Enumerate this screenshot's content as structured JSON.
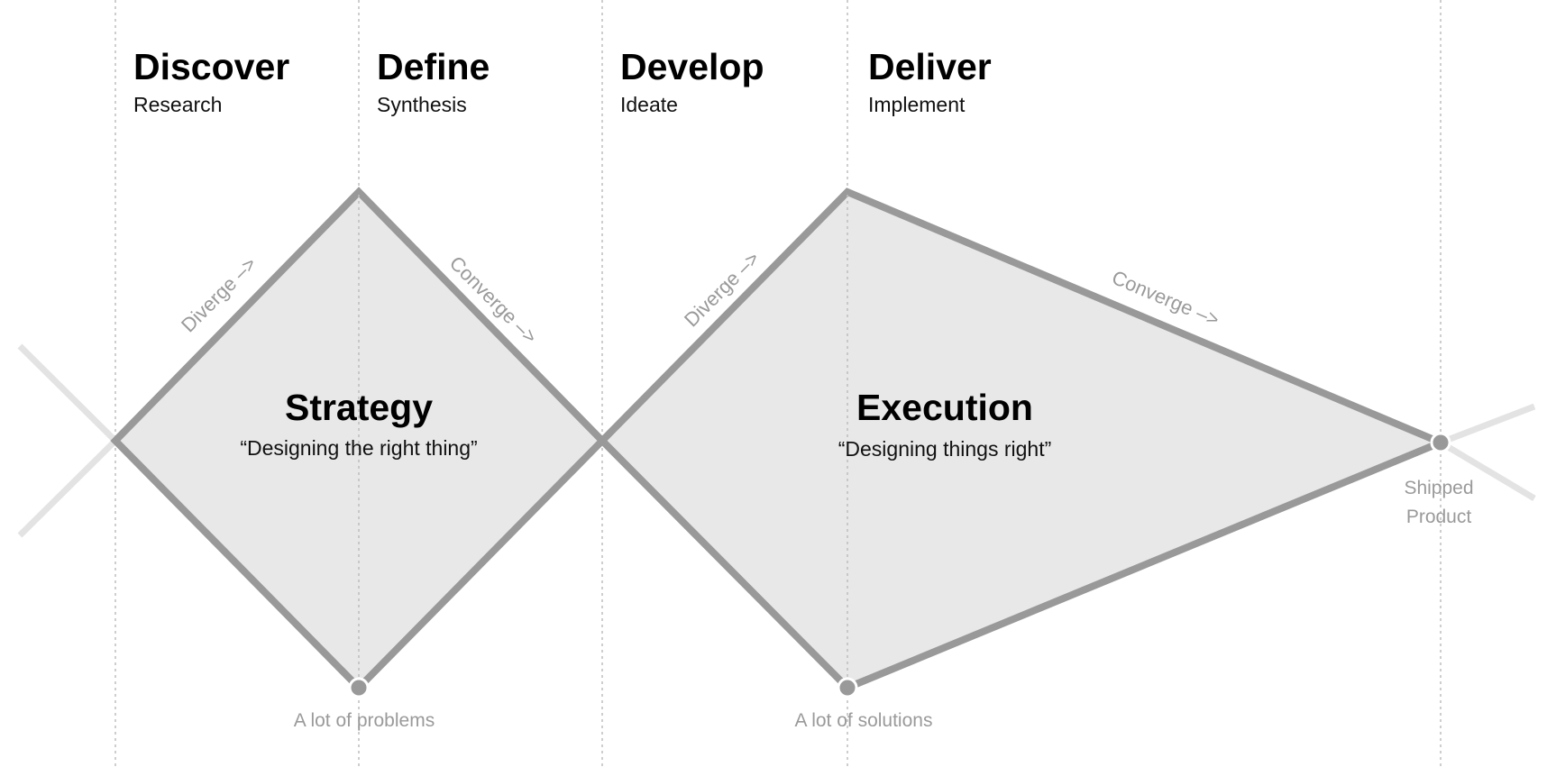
{
  "colors": {
    "background": "#ffffff",
    "fill": "#e8e8e8",
    "stroke": "#999999",
    "faint_stroke": "#e3e3e3",
    "guide": "#bdbdbd",
    "muted_text": "#9a9a9a"
  },
  "phases": [
    {
      "title": "Discover",
      "subtitle": "Research"
    },
    {
      "title": "Define",
      "subtitle": "Synthesis"
    },
    {
      "title": "Develop",
      "subtitle": "Ideate"
    },
    {
      "title": "Deliver",
      "subtitle": "Implement"
    }
  ],
  "diamonds": [
    {
      "title": "Strategy",
      "quote": "“Designing the right thing”",
      "diverge_label": "Diverge –>",
      "converge_label": "Converge –>"
    },
    {
      "title": "Execution",
      "quote": "“Designing things right”",
      "diverge_label": "Diverge –>",
      "converge_label": "Converge –>"
    }
  ],
  "points": {
    "problems": "A lot of problems",
    "solutions": "A lot of solutions",
    "shipped_line1": "Shipped",
    "shipped_line2": "Product"
  }
}
